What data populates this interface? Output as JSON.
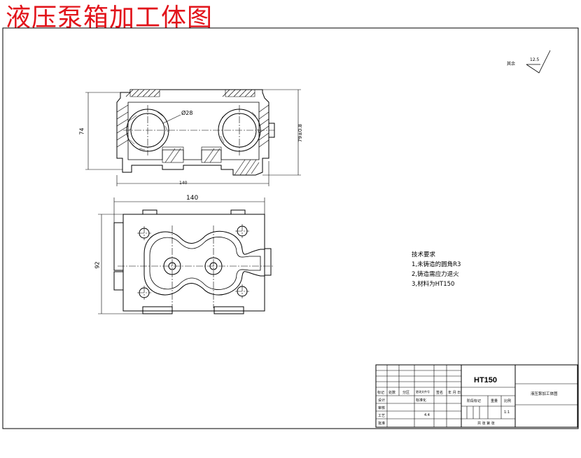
{
  "title": "液压泵箱加工体图",
  "surface_finish": {
    "prefix": "其余",
    "value": "12.5"
  },
  "dimensions": {
    "circle_diameter": "Ø28",
    "front_width": "140",
    "front_height": "74",
    "front_right_height": "79±0.8",
    "top_width": "140",
    "top_height": "92"
  },
  "technical_requirements": {
    "heading": "技术要求",
    "items": [
      "1,未铸造的圆角R3",
      "2,铸造需应力退火",
      "3,材料为HT150"
    ]
  },
  "title_block": {
    "material": "HT150",
    "drawing_name": "液压泵加工体图",
    "scale": "1:1",
    "labels": {
      "mark": "标记",
      "count": "处数",
      "zone": "分区",
      "change_doc": "更改文件号",
      "signature": "签名",
      "date": "年 月 日",
      "design": "设计",
      "standardize": "标准化",
      "review": "审核",
      "process": "工艺",
      "approve": "批准",
      "stage_mark": "阶段标记",
      "weight": "重量",
      "ratio": "比例",
      "sheet": "共 张 第 张",
      "date_value": "4.4"
    }
  }
}
